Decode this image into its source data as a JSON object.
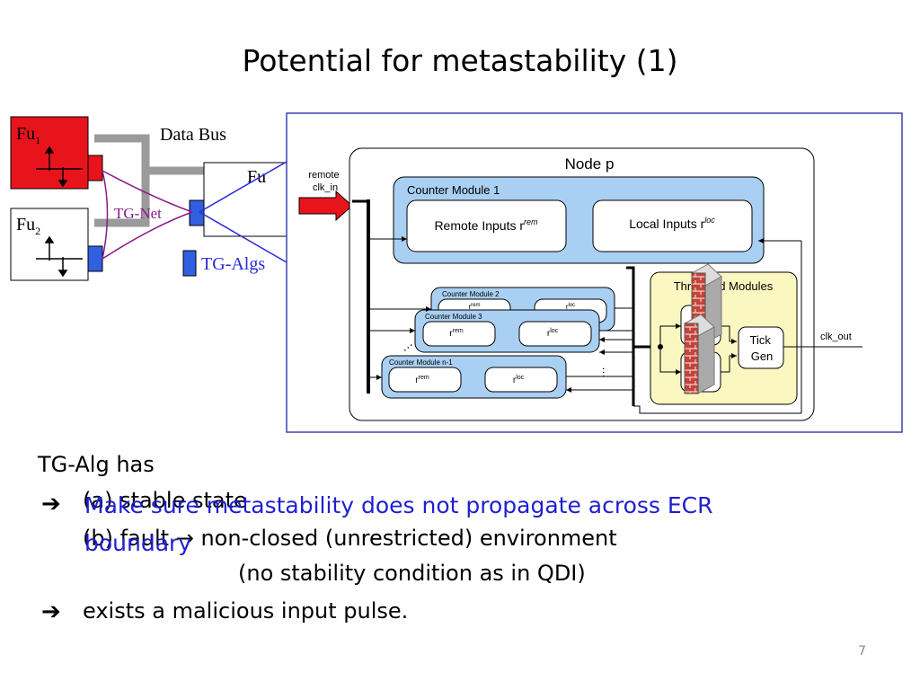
{
  "slide": {
    "title": "Potential for metastability (1)",
    "page_number": "7"
  },
  "system": {
    "fu1": "Fu",
    "fu1_sub": "1",
    "fu2": "Fu",
    "fu2_sub": "2",
    "fu_partial": "Fu",
    "data_bus": "Data Bus",
    "tg_net": "TG-Net",
    "tg_algs": "TG-Algs"
  },
  "node": {
    "title": "Node p",
    "remote_input": "remote\nclk_in",
    "remote_line1": "remote",
    "remote_line2": "clk_in",
    "counter_module_1": "Counter Module 1",
    "remote_inputs_label": "Remote Inputs r",
    "rem_sup": "rem",
    "local_inputs_label": "Local Inputs r",
    "loc_sup": "loc",
    "counter_module_2": "Counter Module 2",
    "counter_module_3": "Counter Module 3",
    "counter_module_n1": "Counter Module n-1",
    "r": "r",
    "threshold_modules": "Threshold Modules",
    "tick_gen_line1": "Tick",
    "tick_gen_line2": "Gen",
    "clk_out": "clk_out",
    "ellipsis": "…"
  },
  "bullets": {
    "intro": "TG-Alg has",
    "a": "(a) stable state",
    "b_prefix": "(b) fault",
    "b_arrow": "→",
    "b_suffix": "non-closed (unrestricted) environment",
    "b_cont": "(no stability condition as in QDI)",
    "overlay_line1": "Make sure metastability does not propagate across ECR",
    "overlay_line2": "boundary",
    "conclusion": "exists a malicious input pulse."
  },
  "colors": {
    "fu1_fill": "#e8141b",
    "counter_fill": "#a9cff2",
    "threshold_fill": "#fbf7c0",
    "frame_border": "#4040b0",
    "tg_net": "#8a1a8a",
    "tg_port": "#3060e0",
    "overlay_text": "#1f1fd0",
    "brick": "#c4443a"
  },
  "icons": {
    "bullet": "arrow-right-bullet-icon",
    "firewall": "brick-wall-icon"
  }
}
